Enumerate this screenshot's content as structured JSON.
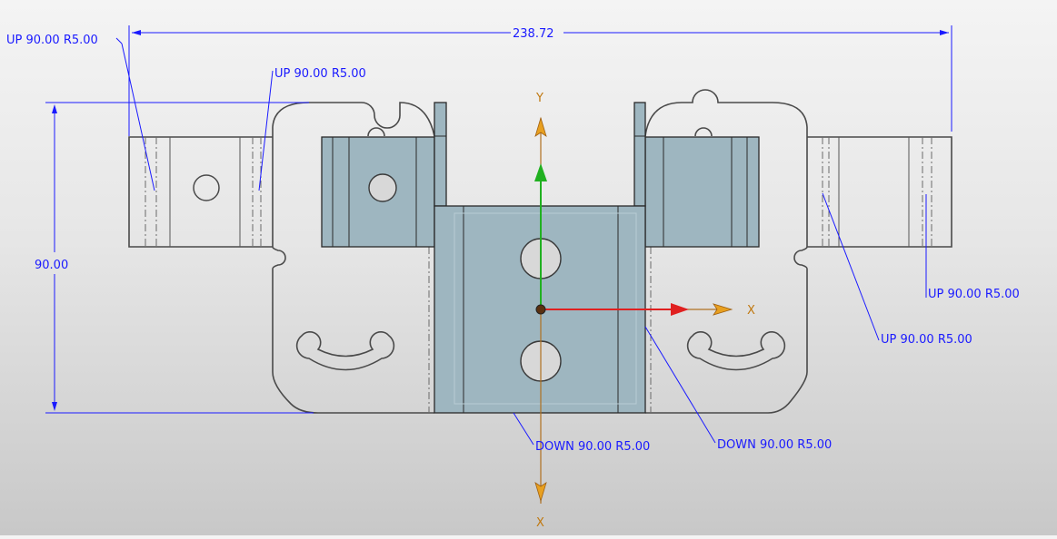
{
  "dimensions": {
    "width_label": "238.72",
    "height_label": "90.00"
  },
  "bend_callouts": [
    {
      "text": "UP  90.00  R5.00"
    },
    {
      "text": "UP  90.00  R5.00"
    },
    {
      "text": "UP  90.00  R5.00"
    },
    {
      "text": "UP  90.00  R5.00"
    },
    {
      "text": "DOWN  90.00  R5.00"
    },
    {
      "text": "DOWN  90.00  R5.00"
    }
  ],
  "axes": {
    "y_label": "Y",
    "x_label": "X",
    "bottom_label": "X"
  },
  "colors": {
    "dimension": "#1a1aff",
    "flange_fill": "#9eb6c0",
    "axis_orange": "#e8a020",
    "axis_red": "#e02020",
    "axis_green": "#20b020"
  }
}
